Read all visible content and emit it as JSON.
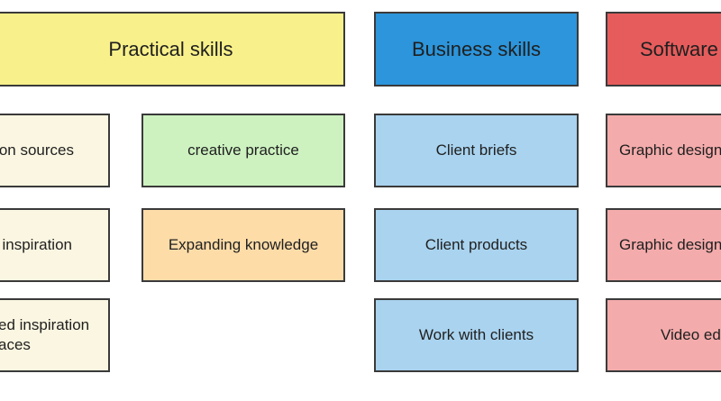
{
  "colors": {
    "yellow_header": "#f8f08a",
    "blue_header": "#2c95db",
    "red_header": "#e65c5c",
    "cream": "#faf6e1",
    "green": "#cdf2c0",
    "orange": "#fddca8",
    "light_blue": "#a9d3ef",
    "pink": "#f4abab",
    "border": "#3a3a3a"
  },
  "headers": {
    "practical": "Practical skills",
    "business": "Business skills",
    "software": "Software"
  },
  "practical": {
    "col1": [
      "on sources",
      "inspiration",
      "ed inspiration\naces"
    ],
    "col2": [
      "creative practice",
      "Expanding knowledge"
    ]
  },
  "business": [
    "Client briefs",
    "Client products",
    "Work with clients"
  ],
  "software": [
    "Graphic design",
    "Graphic design",
    "Video ed"
  ]
}
